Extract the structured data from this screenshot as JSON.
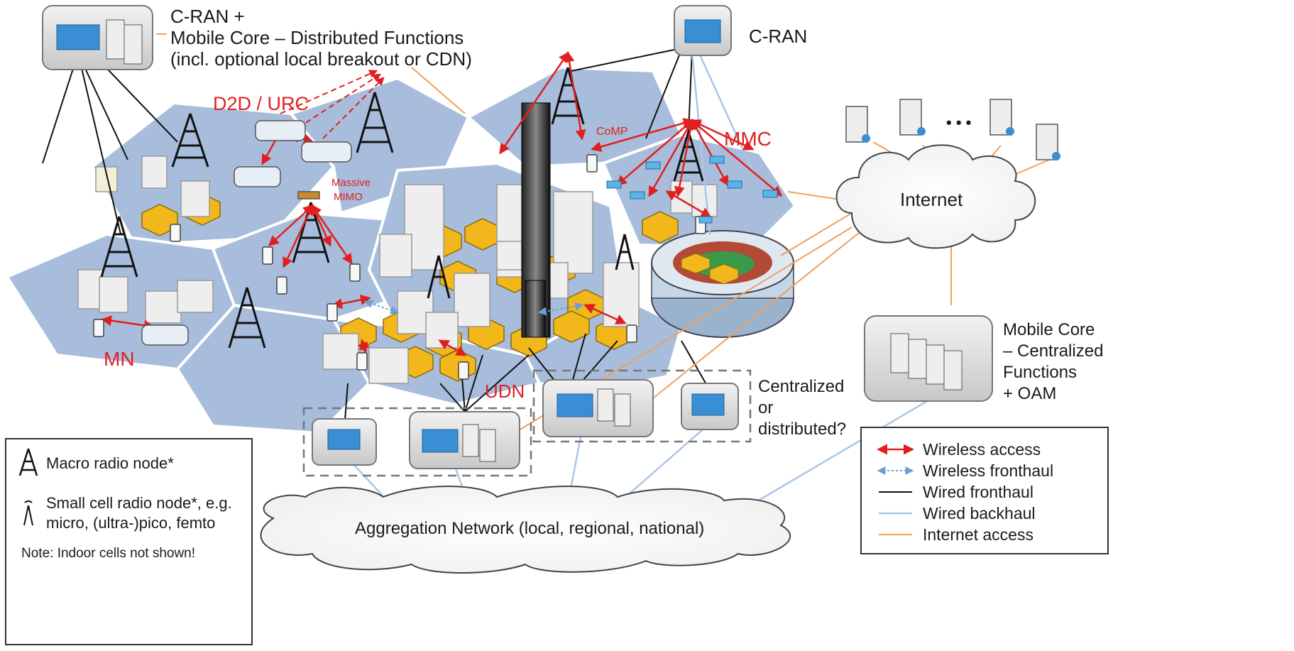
{
  "labels": {
    "cran_mobile_line1": "C-RAN +",
    "cran_mobile_line2": "Mobile Core – Distributed Functions",
    "cran_mobile_line3": "(incl. optional local breakout or CDN)",
    "cran_right": "C-RAN",
    "d2d_urc": "D2D / URC",
    "massive_mimo_1": "Massive",
    "massive_mimo_2": "MIMO",
    "comp": "CoMP",
    "mmc": "MMC",
    "mn": "MN",
    "udn": "UDN",
    "internet": "Internet",
    "dots": "• • •",
    "mobile_core_1": "Mobile Core",
    "mobile_core_2": "– Centralized",
    "mobile_core_3": "Functions",
    "mobile_core_4": "+ OAM",
    "central_1": "Centralized",
    "central_2": "or",
    "central_3": "distributed?",
    "aggregation": "Aggregation Network (local, regional, national)"
  },
  "legend_left": {
    "macro": "Macro radio node*",
    "small_1": "Small cell radio node*, e.g.",
    "small_2": "micro, (ultra-)pico, femto",
    "note": "Note:  Indoor cells not shown!"
  },
  "legend_right": [
    {
      "label": "Wireless access",
      "style": "red-arrow",
      "color": "#e02020"
    },
    {
      "label": "Wireless fronthaul",
      "style": "dotted-blue-arrow",
      "color": "#6a9fd8"
    },
    {
      "label": "Wired fronthaul",
      "style": "solid",
      "color": "#111111"
    },
    {
      "label": "Wired backhaul",
      "style": "solid",
      "color": "#a9c7e6"
    },
    {
      "label": "Internet access",
      "style": "solid",
      "color": "#f0a05a"
    }
  ],
  "colors": {
    "cell": "#a7bddb",
    "small_cell": "#f2b81b",
    "wireless": "#e02020",
    "wired_fronthaul": "#111111",
    "wired_backhaul": "#a9c7e6",
    "internet_access": "#f0a05a",
    "device_box": "#dcdcdc"
  }
}
